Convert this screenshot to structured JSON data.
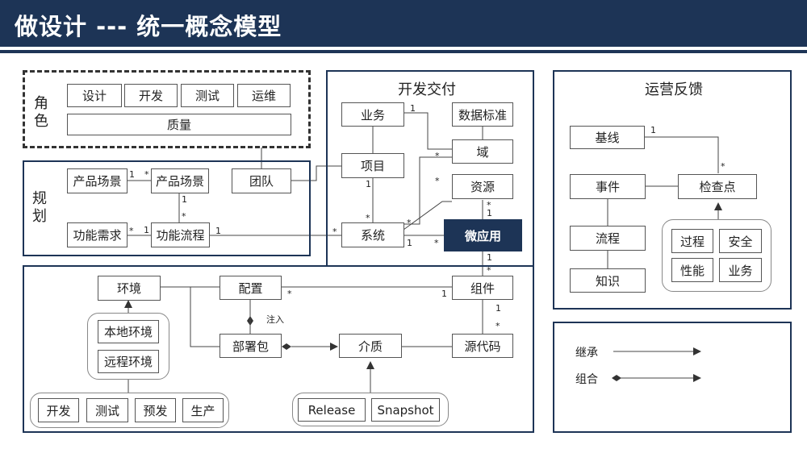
{
  "header": {
    "title": "做设计 --- 统一概念模型"
  },
  "roles": {
    "label": "角色",
    "items": [
      "设计",
      "开发",
      "测试",
      "运维"
    ],
    "quality": "质量"
  },
  "planning": {
    "label": "规划",
    "scene_a": "产品场景",
    "scene_b": "产品场景",
    "team": "团队",
    "requirement": "功能需求",
    "flow": "功能流程"
  },
  "dev": {
    "title": "开发交付",
    "business": "业务",
    "data_standard": "数据标准",
    "project": "项目",
    "domain": "域",
    "resource": "资源",
    "system": "系统",
    "microapp": "微应用"
  },
  "ops": {
    "title": "运营反馈",
    "baseline": "基线",
    "event": "事件",
    "checkpoint": "检查点",
    "process": "流程",
    "knowledge": "知识",
    "checks": [
      "过程",
      "安全",
      "性能",
      "业务"
    ]
  },
  "deploy": {
    "env": "环境",
    "config": "配置",
    "component": "组件",
    "local_env": "本地环境",
    "remote_env": "远程环境",
    "inject": "注入",
    "package": "部署包",
    "medium": "介质",
    "source": "源代码",
    "stages": [
      "开发",
      "测试",
      "预发",
      "生产"
    ],
    "release": "Release",
    "snapshot": "Snapshot"
  },
  "legend": {
    "inherit": "继承",
    "compose": "组合"
  },
  "multiplicities": {
    "scene_a_right": "1",
    "scene_b_left": "*",
    "scene_b_bottom": "1",
    "flow_top": "*",
    "req_right": "*",
    "flow_left": "1",
    "flow_right": "1",
    "system_left": "*",
    "business_right": "1",
    "domain_left": "*",
    "project_bottom": "1",
    "system_top": "*",
    "domain_bottom": "*",
    "system_r1": "*",
    "system_r2": "1",
    "micro_left": "*",
    "resource_bottom": "*",
    "micro_top": "1",
    "micro_bottom_1": "1",
    "micro_bottom_2": "*",
    "config_right": "*",
    "component_left": "1",
    "component_bottom": "1",
    "source_top": "*",
    "baseline_right": "1",
    "checkpoint_top": "*"
  }
}
